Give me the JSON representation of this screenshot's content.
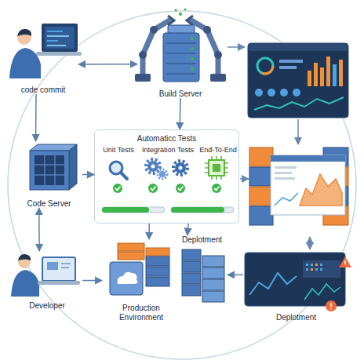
{
  "diagram": {
    "nodes": [
      {
        "text": [
          "code commit"
        ]
      },
      {
        "text": [
          "Build Server"
        ]
      },
      {
        "text": [
          "Automaticc Tests"
        ]
      },
      {
        "text": [
          "Unit Tests"
        ],
        "in": 2
      },
      {
        "text": [
          "Integration Tests"
        ],
        "in": 2
      },
      {
        "text": [
          "End-To-End"
        ],
        "in": 2
      },
      {
        "text": [
          "Code Server"
        ]
      },
      {
        "text": [
          "Deplotment"
        ]
      },
      {
        "text": [
          "Production Environment"
        ]
      },
      {
        "text": [
          "Developer"
        ]
      },
      {
        "text": [
          "Deplotment"
        ]
      }
    ],
    "edges": [
      {
        "from": 0,
        "to": 1,
        "arrow": "both"
      },
      {
        "from": 0,
        "to": 6,
        "arrow": "to"
      },
      {
        "from": 1,
        "to": 2,
        "arrow": "to"
      },
      {
        "from": 6,
        "to": 9,
        "arrow": "both"
      },
      {
        "from": 6,
        "to": 2,
        "arrow": "to"
      },
      {
        "from": 9,
        "to": 8,
        "arrow": "to"
      },
      {
        "from": 2,
        "to": 8,
        "arrow": "to"
      },
      {
        "from": 2,
        "to": 7,
        "arrow": "to"
      },
      {
        "from": 10,
        "to": 7,
        "arrow": "to"
      }
    ]
  }
}
